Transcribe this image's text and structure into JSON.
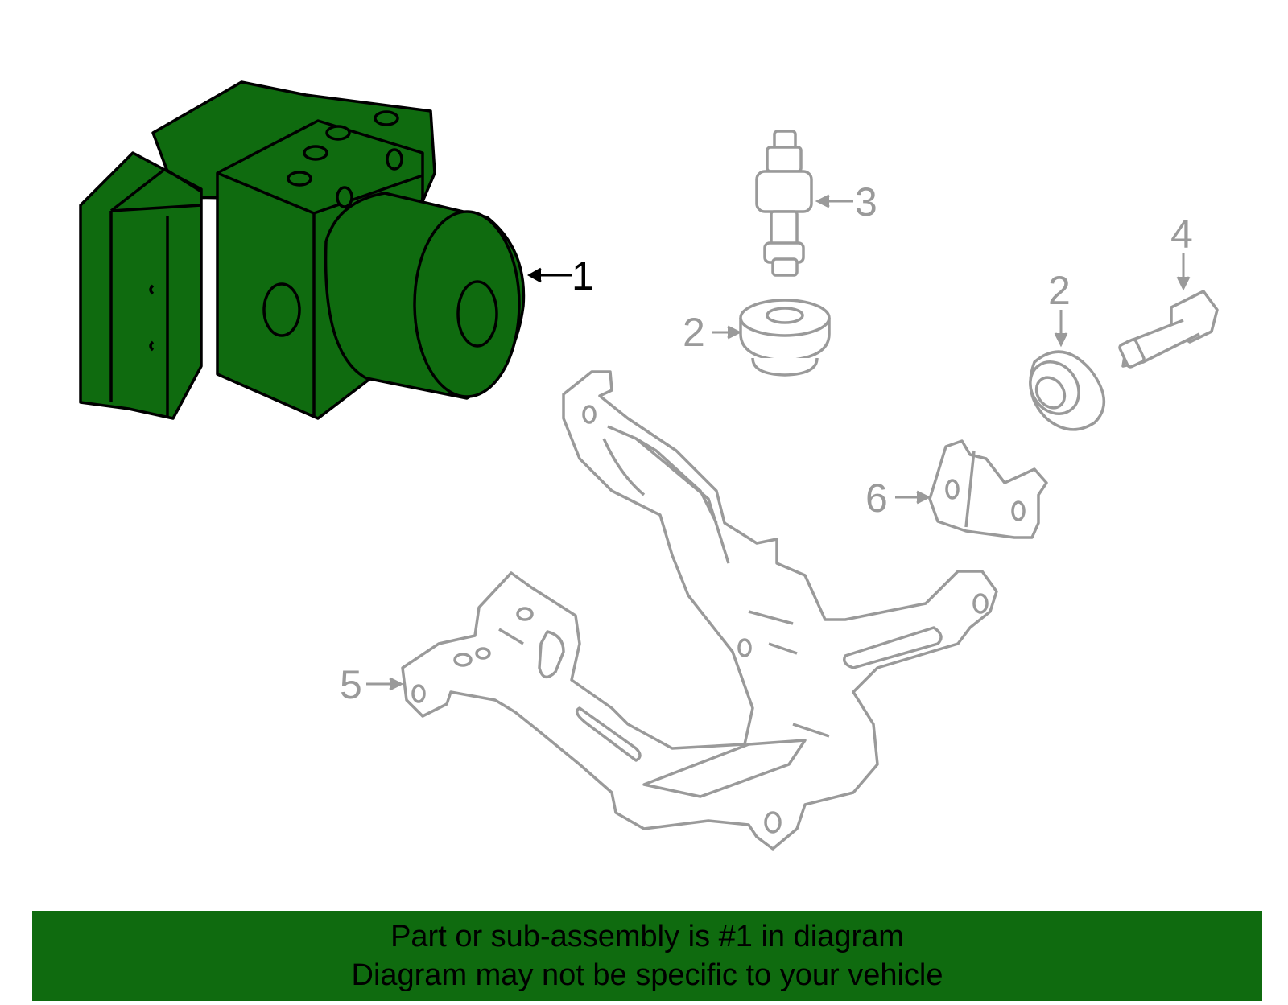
{
  "callouts": {
    "part1": "1",
    "part2_top": "2",
    "part2_right": "2",
    "part3": "3",
    "part4": "4",
    "part5": "5",
    "part6": "6"
  },
  "banner": {
    "line1": "Part or sub-assembly is #1 in diagram",
    "line2": "Diagram may not be specific to your vehicle"
  },
  "colors": {
    "highlight": "#0f6b0f",
    "outline_gray": "#9a9a9a",
    "outline_black": "#000000"
  }
}
